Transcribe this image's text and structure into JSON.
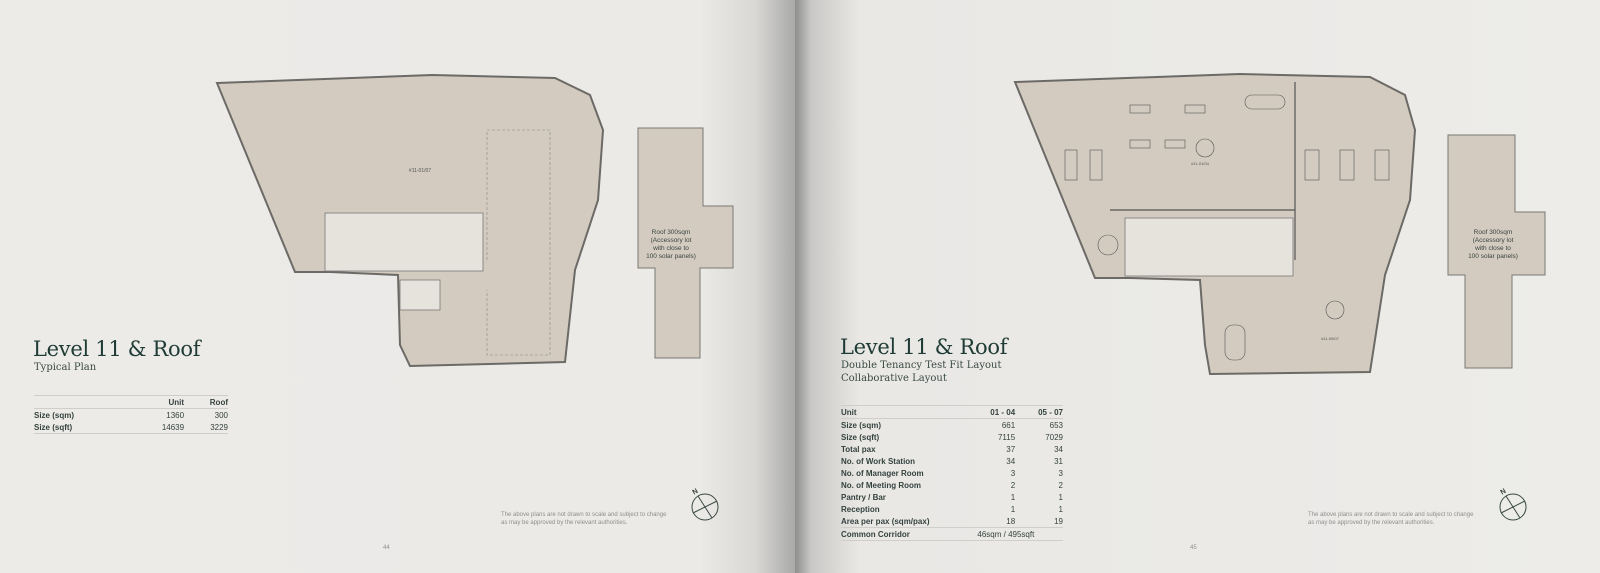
{
  "left_page": {
    "title": "Level 11 & Roof",
    "subtitle": "Typical Plan",
    "table": {
      "headers": [
        "",
        "Unit",
        "Roof"
      ],
      "rows": [
        [
          "Size (sqm)",
          "1360",
          "300"
        ],
        [
          "Size (sqft)",
          "14639",
          "3229"
        ]
      ]
    },
    "unit_label": "#11-01/07",
    "roof_label": [
      "Roof 300sqm",
      "(Accessory lot",
      "with close to",
      "100 solar panels)"
    ],
    "disclaimer": [
      "The above plans are not drawn to scale and subject to change",
      "as may be approved by the relevant authorities."
    ],
    "compass_label": "N",
    "page_number": "44"
  },
  "right_page": {
    "title": "Level 11 & Roof",
    "subtitle": [
      "Double Tenancy Test Fit Layout",
      "Collaborative Layout"
    ],
    "table": {
      "headers": [
        "Unit",
        "01 - 04",
        "05 - 07"
      ],
      "rows": [
        [
          "Size (sqm)",
          "661",
          "653"
        ],
        [
          "Size (sqft)",
          "7115",
          "7029"
        ],
        [
          "Total pax",
          "37",
          "34"
        ],
        [
          "No. of Work Station",
          "34",
          "31"
        ],
        [
          "No. of Manager Room",
          "3",
          "3"
        ],
        [
          "No. of Meeting Room",
          "2",
          "2"
        ],
        [
          "Pantry / Bar",
          "1",
          "1"
        ],
        [
          "Reception",
          "1",
          "1"
        ],
        [
          "Area per pax (sqm/pax)",
          "18",
          "19"
        ]
      ],
      "footer": [
        "Common Corridor",
        "46sqm / 495sqft"
      ]
    },
    "unit_labels": [
      "#11-01/04",
      "#11-05/07"
    ],
    "roof_label": [
      "Roof 300sqm",
      "(Accessory lot",
      "with close to",
      "100 solar panels)"
    ],
    "disclaimer": [
      "The above plans are not drawn to scale and subject to change",
      "as may be approved by the relevant authorities."
    ],
    "compass_label": "N",
    "page_number": "45"
  },
  "colors": {
    "floor": "#d3cbbf",
    "title": "#1f3b35",
    "paper": "#ecebe8"
  }
}
